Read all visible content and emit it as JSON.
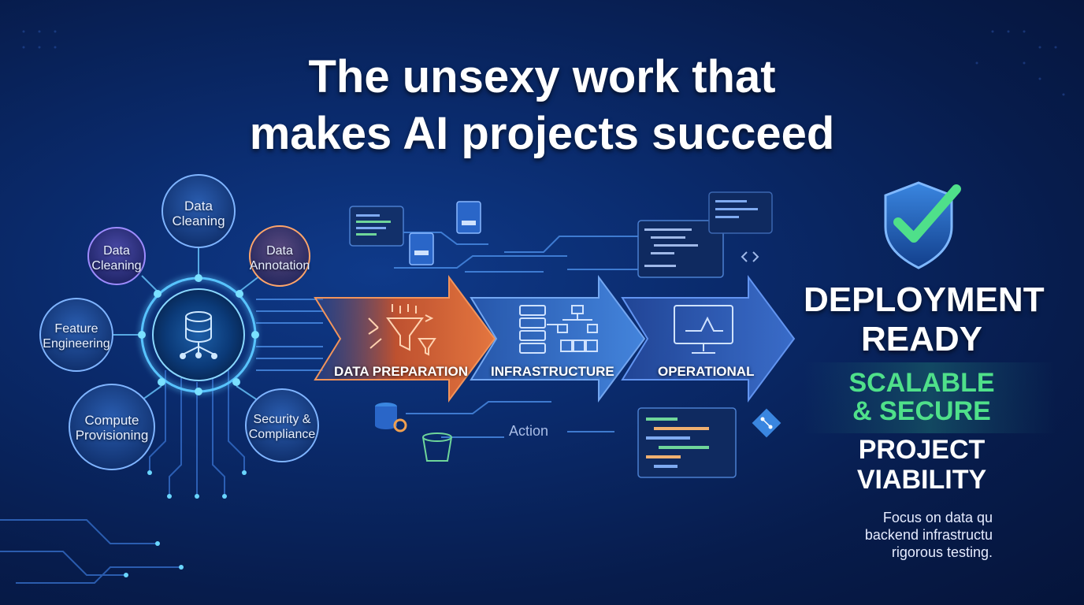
{
  "title": {
    "line1": "The unsexy work that",
    "line2": "makes AI projects succeed"
  },
  "hub": {
    "icon": "database-network-icon",
    "nodes": [
      {
        "label_line1": "Data",
        "label_line2": "Cleaning"
      },
      {
        "label_line1": "Data",
        "label_line2": "Cleaning"
      },
      {
        "label_line1": "Data",
        "label_line2": "Annotation"
      },
      {
        "label_line1": "Feature",
        "label_line2": "Engineering"
      },
      {
        "label_line1": "Compute",
        "label_line2": "Provisioning"
      },
      {
        "label_line1": "Security &",
        "label_line2": "Compliance"
      }
    ]
  },
  "pipeline": {
    "stages": [
      {
        "label": "DATA PREPARATION",
        "icon": "funnel-icon",
        "color": "#e8622d"
      },
      {
        "label": "INFRASTRUCTURE",
        "icon": "server-hierarchy-icon",
        "color": "#3a78d8"
      },
      {
        "label": "OPERATIONAL",
        "icon": "monitor-chart-icon",
        "color": "#2f5fc4"
      }
    ],
    "action_label": "Action"
  },
  "result": {
    "shield_icon": "shield-check-icon",
    "deploy_line1": "DEPLOYMENT",
    "deploy_line2": "READY",
    "scalable_line1": "SCALABLE",
    "scalable_line2": "& SECURE",
    "viability_line1": "PROJECT",
    "viability_line2": "VIABILITY",
    "desc_line1": "Focus on data qu",
    "desc_line2": "backend infrastructu",
    "desc_line3": "rigorous testing."
  },
  "colors": {
    "accent_green": "#4fe08a",
    "node_glow": "#5fd0ff",
    "background": "#0a2a6b"
  }
}
